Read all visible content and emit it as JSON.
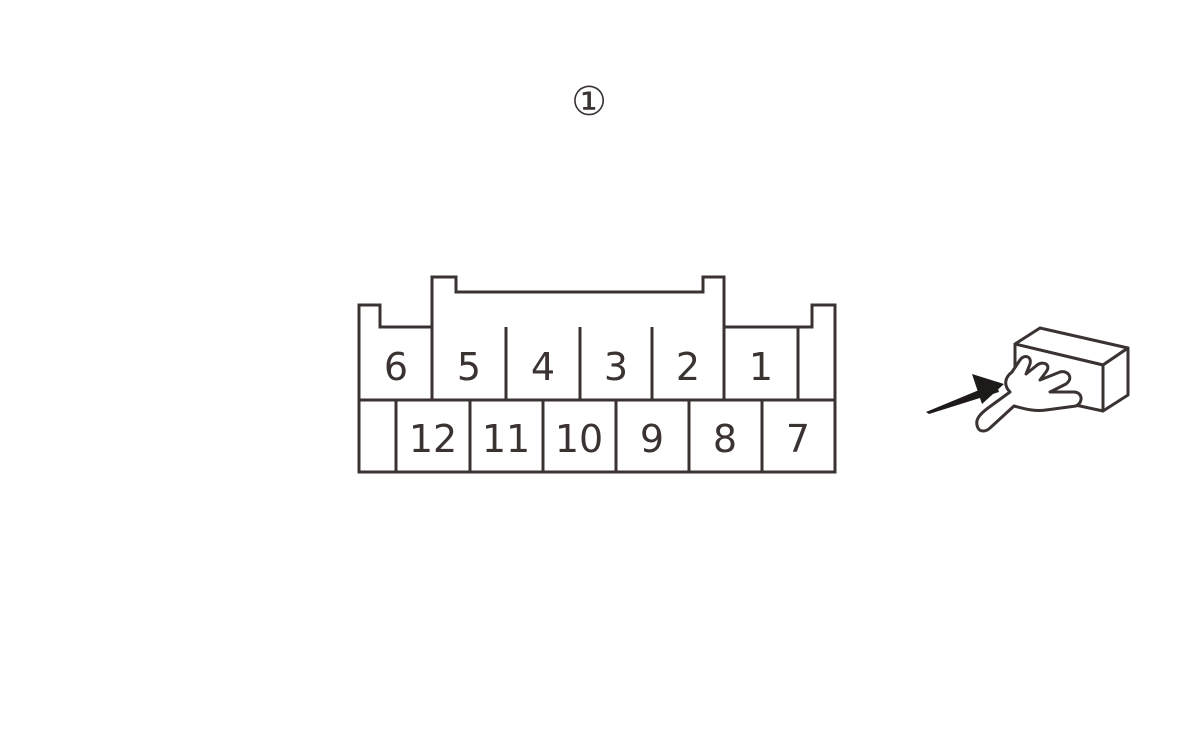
{
  "callout_label": "①",
  "connector": {
    "top_row_pins": [
      "6",
      "5",
      "4",
      "3",
      "2",
      "1"
    ],
    "bottom_row_pins": [
      "12",
      "11",
      "10",
      "9",
      "8",
      "7"
    ]
  },
  "colors": {
    "line": "#3a3332",
    "background": "#ffffff"
  },
  "icons": {
    "insert_direction": "arrow-icon",
    "hand_holding_connector": "hand-connector-icon"
  }
}
